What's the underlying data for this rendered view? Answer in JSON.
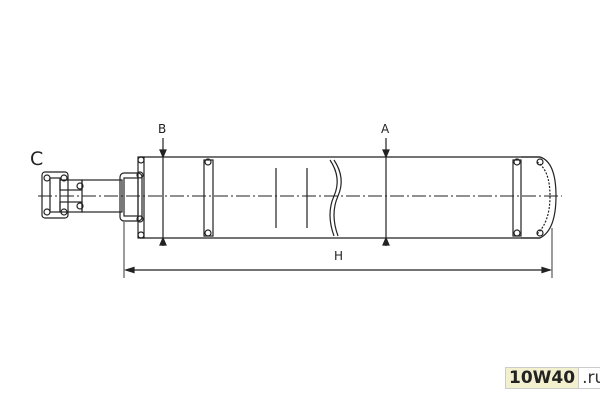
{
  "labels": {
    "c": "C",
    "b": "B",
    "a": "A",
    "h": "H"
  },
  "watermark": {
    "brand": "10W40",
    "tld": ".ru"
  },
  "colors": {
    "line": "#222222",
    "watermark_bg": "#f3f0cf"
  }
}
